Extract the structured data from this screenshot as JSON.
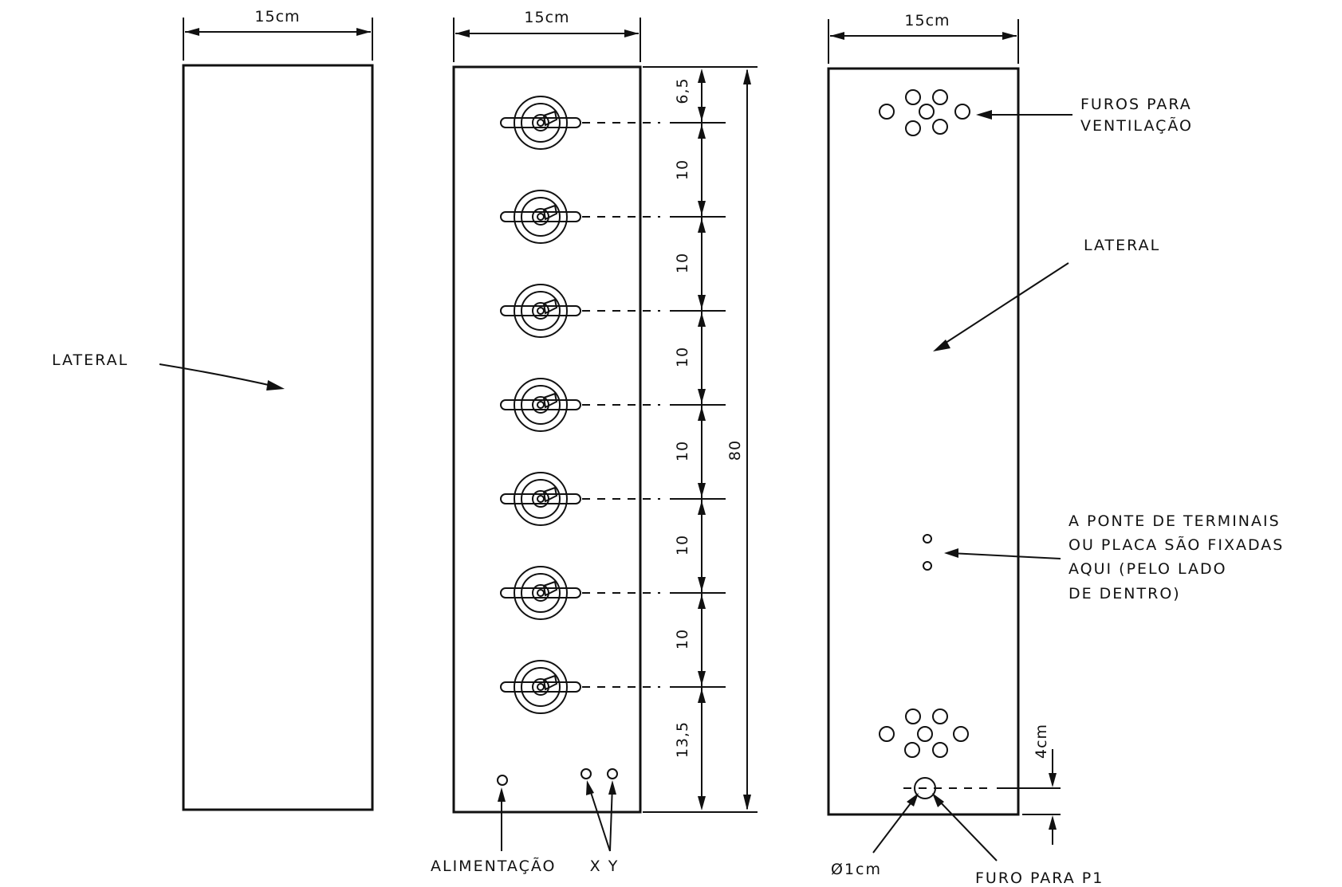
{
  "panels": {
    "left": {
      "width_label": "15cm",
      "label": "LATERAL"
    },
    "middle": {
      "width_label": "15cm",
      "height_label": "80",
      "spacings": [
        "6,5",
        "10",
        "10",
        "10",
        "10",
        "10",
        "10",
        "13,5"
      ],
      "power_label": "ALIMENTAÇÃO",
      "xy_label": "X Y"
    },
    "right": {
      "width_label": "15cm",
      "vent_label_1": "FUROS PARA",
      "vent_label_2": "VENTILAÇÃO",
      "label": "LATERAL",
      "terminal_note_1": "A PONTE DE TERMINAIS",
      "terminal_note_2": "OU PLACA SÃO FIXADAS",
      "terminal_note_3": "AQUI (PELO LADO",
      "terminal_note_4": "DE DENTRO)",
      "offset_label": "4cm",
      "diameter_label": "Ø1cm",
      "p1_label": "FURO PARA P1"
    }
  },
  "knob_count": 7
}
